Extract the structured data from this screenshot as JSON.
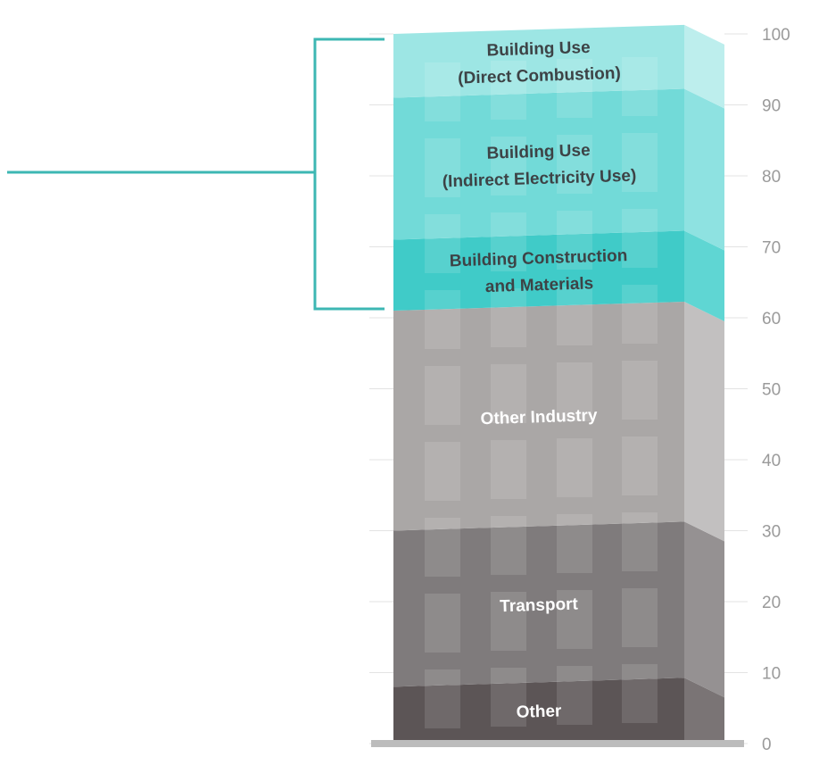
{
  "chart_data": {
    "type": "bar",
    "stacked": true,
    "ylim": [
      0,
      100
    ],
    "y_ticks": [
      "0",
      "10",
      "20",
      "30",
      "40",
      "50",
      "60",
      "70",
      "80",
      "90",
      "100"
    ],
    "grid": true,
    "segments": [
      {
        "label_lines": [
          "Other"
        ],
        "start": 0,
        "end": 8,
        "color": "#5c5556",
        "side_color": "#7a7475",
        "text_color": "#ffffff"
      },
      {
        "label_lines": [
          "Transport"
        ],
        "start": 8,
        "end": 30,
        "color": "#7f7b7c",
        "side_color": "#959192",
        "text_color": "#ffffff"
      },
      {
        "label_lines": [
          "Other Industry"
        ],
        "start": 30,
        "end": 61,
        "color": "#aaa7a6",
        "side_color": "#c2c0c0",
        "text_color": "#ffffff"
      },
      {
        "label_lines": [
          "Building Construction",
          "and Materials"
        ],
        "start": 61,
        "end": 71,
        "color": "#40cbc8",
        "side_color": "#5fd6d3",
        "text_color": "#3d4346"
      },
      {
        "label_lines": [
          "Building Use",
          "(Indirect Electricity Use)"
        ],
        "start": 71,
        "end": 91,
        "color": "#72dad8",
        "side_color": "#8ee2e1",
        "text_color": "#3d4346"
      },
      {
        "label_lines": [
          "Building Use",
          "(Direct Combustion)"
        ],
        "start": 91,
        "end": 100,
        "color": "#9de6e4",
        "side_color": "#bdeeed",
        "text_color": "#3d4346"
      }
    ],
    "bracket": {
      "from": 61,
      "to": 100,
      "color": "#3db7b3"
    }
  }
}
